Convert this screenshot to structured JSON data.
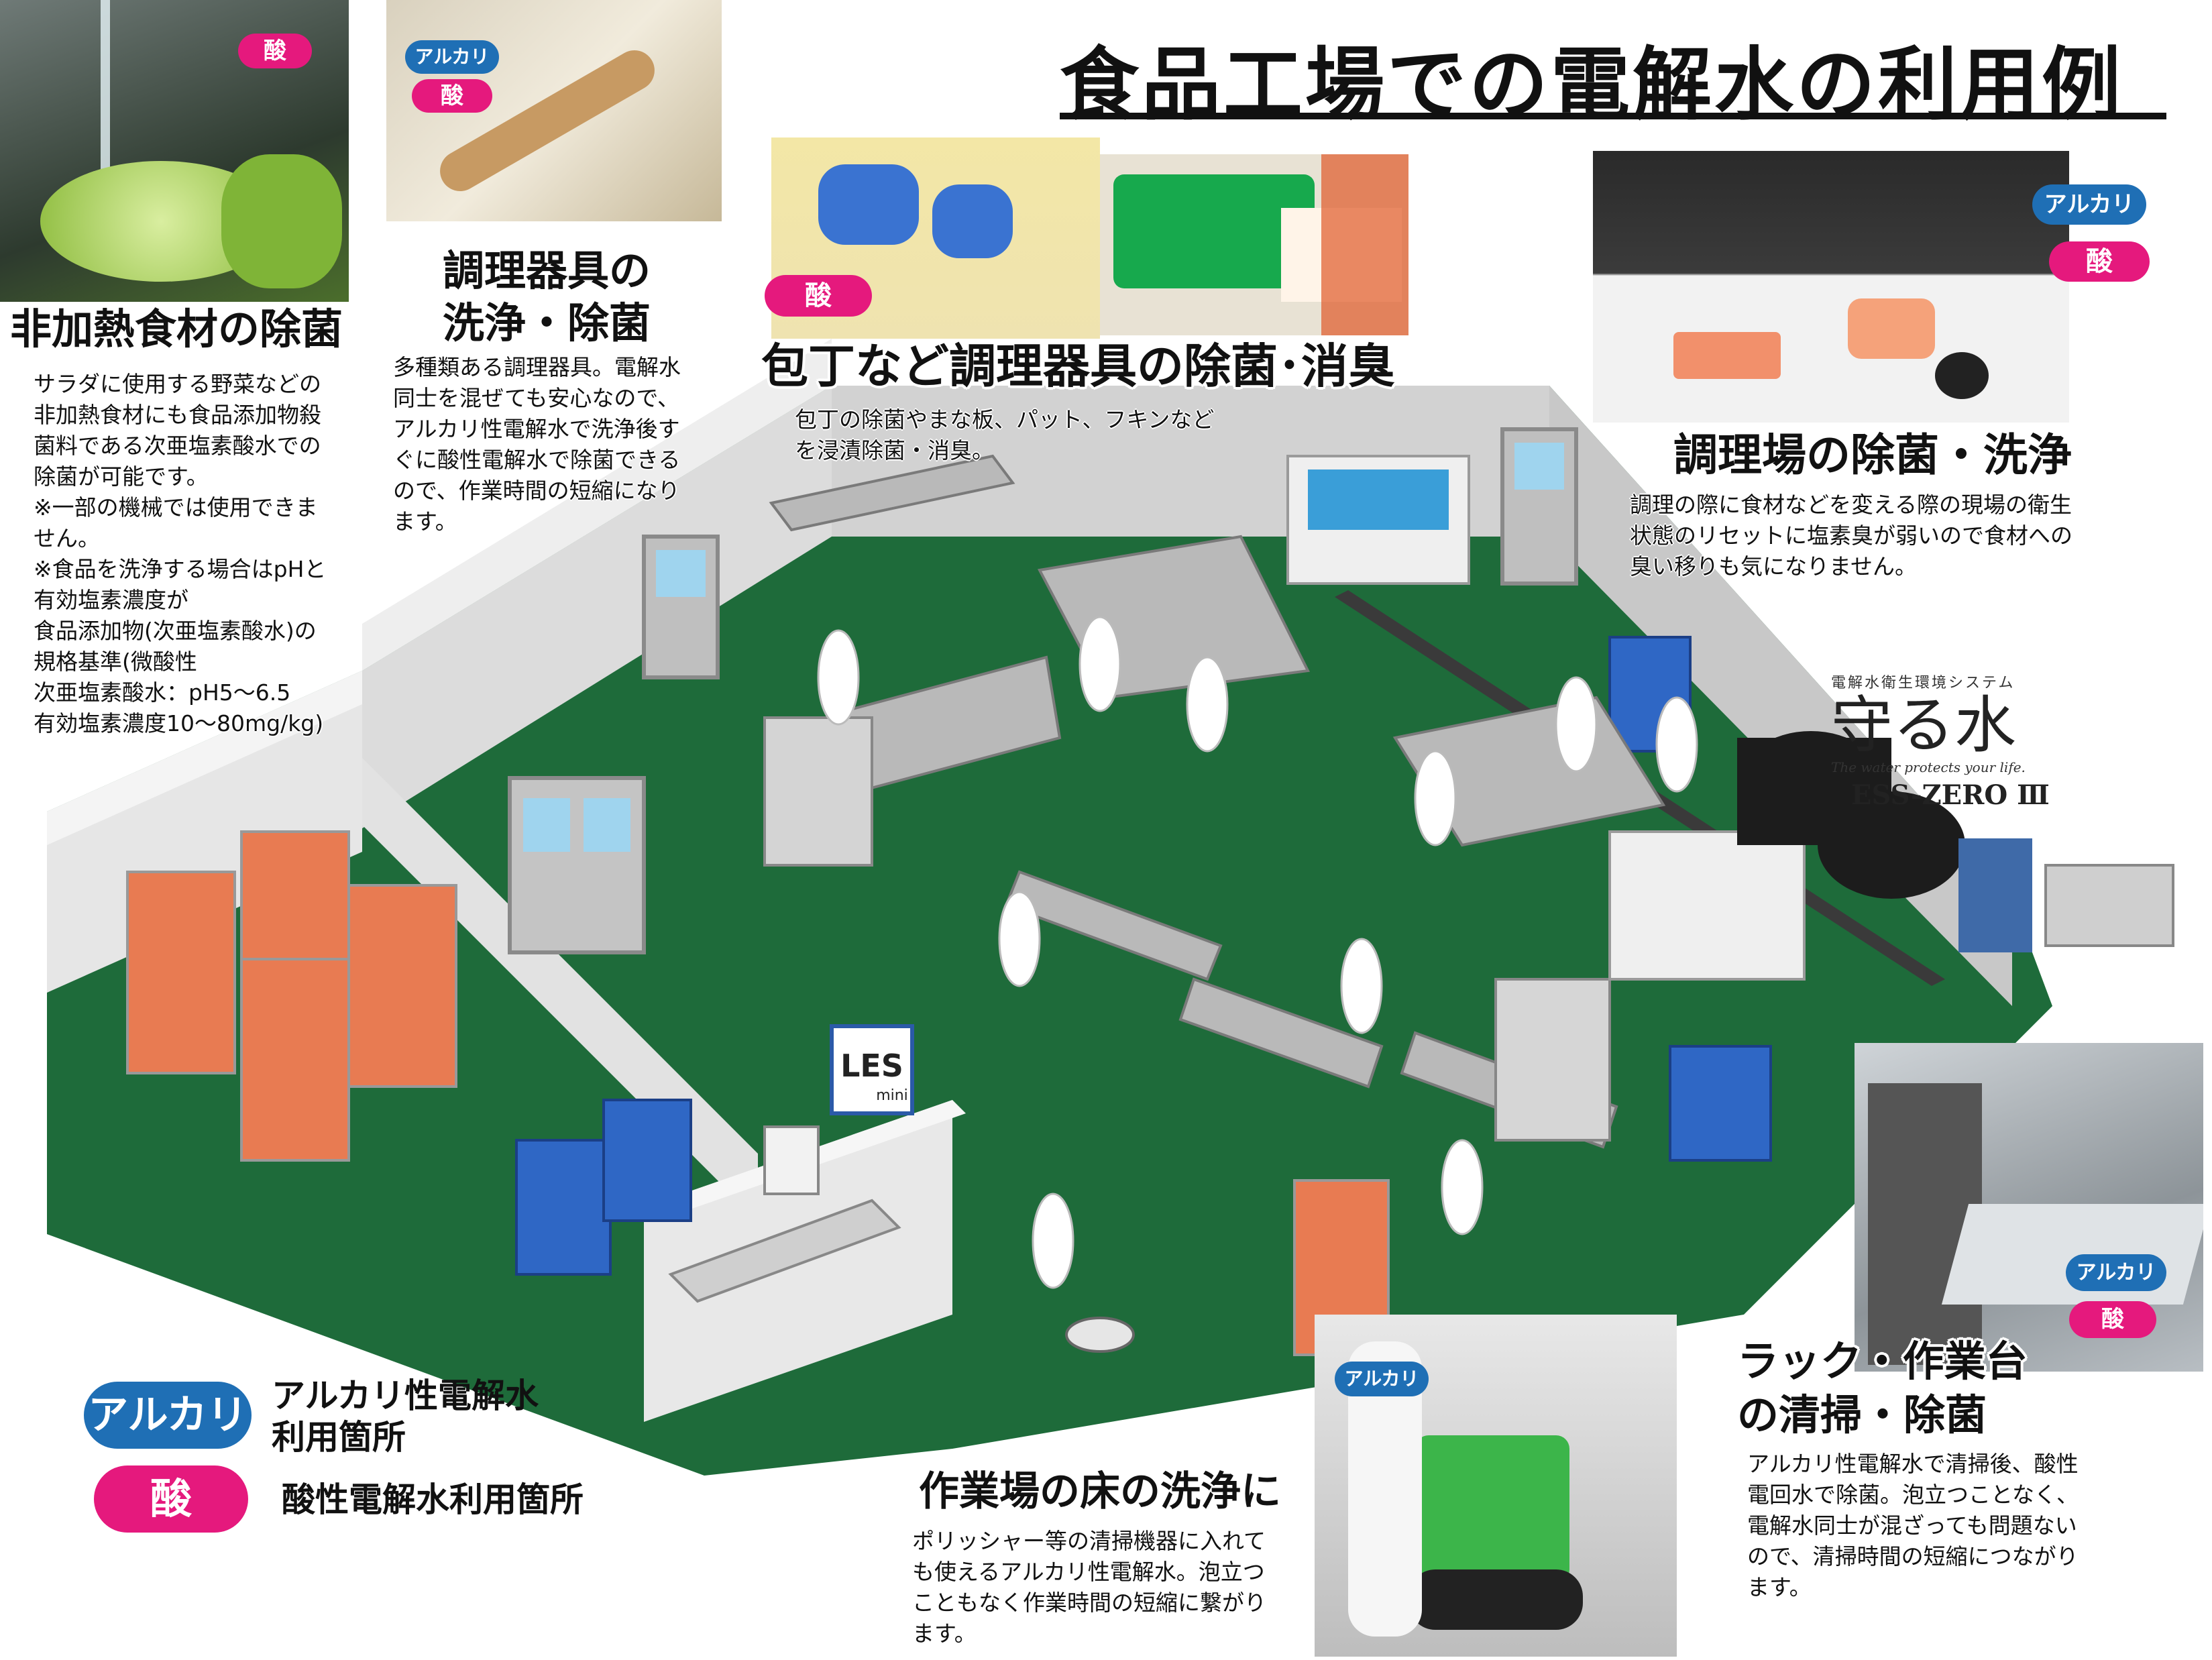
{
  "title": "食品工場での電解水の利用例",
  "badges": {
    "alkali": "アルカリ",
    "acid": "酸"
  },
  "colors": {
    "alkali": "#1f6fb5",
    "acid": "#e5197d",
    "floor": "#1e6b3a",
    "wall": "#dedede"
  },
  "sections": {
    "unheated": {
      "heading": "非加熱食材の除菌",
      "lines": [
        "サラダに使用する野菜などの",
        "非加熱食材にも食品添加物殺",
        "菌料である次亜塩素酸水での",
        "除菌が可能です。",
        "※一部の機械では使用できま",
        "せん。",
        "※食品を洗浄する場合はpHと",
        "有効塩素濃度が",
        "食品添加物(次亜塩素酸水)の",
        "規格基準(微酸性",
        "次亜塩素酸水：pH5〜6.5",
        "有効塩素濃度10〜80mg/kg)"
      ]
    },
    "utensils": {
      "heading_line1": "調理器具の",
      "heading_line2": "洗浄・除菌",
      "lines": [
        "多種類ある調理器具。電解水",
        "同士を混ぜても安心なので、",
        "アルカリ性電解水で洗浄後す",
        "ぐに酸性電解水で除菌できる",
        "ので、作業時間の短縮になり",
        "ます。"
      ]
    },
    "knives": {
      "heading": "包丁など調理器具の除菌･消臭",
      "lines": [
        "包丁の除菌やまな板、パット、フキンなど",
        "を浸漬除菌・消臭。"
      ]
    },
    "kitchen": {
      "heading": "調理場の除菌・洗浄",
      "lines": [
        "調理の際に食材などを変える際の現場の衛生",
        "状態のリセットに塩素臭が弱いので食材への",
        "臭い移りも気になりません。"
      ]
    },
    "racks": {
      "heading_line1": "ラック・作業台",
      "heading_line2": "の清掃・除菌",
      "lines": [
        "アルカリ性電解水で清掃後、酸性",
        "電回水で除菌。泡立つことなく、",
        "電解水同士が混ざっても問題ない",
        "ので、清掃時間の短縮につながり",
        "ます。"
      ]
    },
    "floor": {
      "heading": "作業場の床の洗浄に",
      "lines": [
        "ポリッシャー等の清掃機器に入れて",
        "も使えるアルカリ性電解水。泡立つ",
        "こともなく作業時間の短縮に繋がり",
        "ます。"
      ]
    }
  },
  "legend": {
    "alkali_text_line1": "アルカリ性電解水",
    "alkali_text_line2": "利用箇所",
    "acid_text": "酸性電解水利用箇所"
  },
  "product": {
    "caption": "電解水衛生環境システム",
    "name": "守る水",
    "tagline": "The water protects your life.",
    "model": "ESS-ZERO Ⅲ"
  },
  "les_sign": {
    "main": "LES",
    "sub": "mini"
  }
}
